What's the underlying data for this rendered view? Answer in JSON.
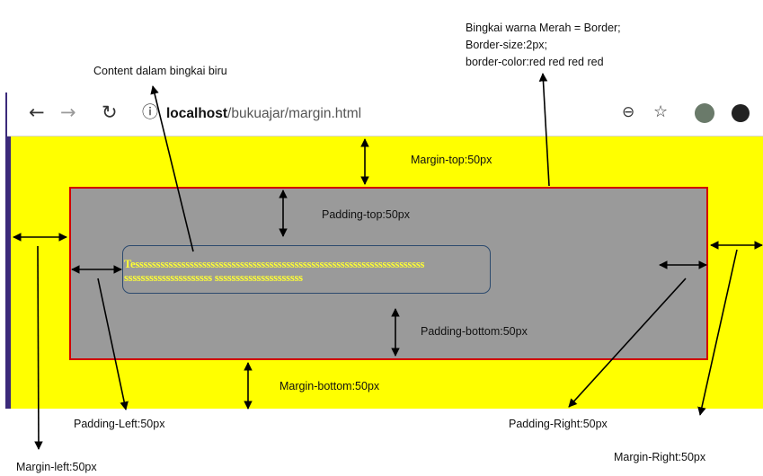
{
  "browser": {
    "url_host": "localhost",
    "url_path": "/bukuajar/margin.html",
    "icons": [
      "back-arrow-icon",
      "forward-arrow-icon",
      "reload-icon",
      "info-icon",
      "zoom-icon",
      "star-icon",
      "avatar-icon",
      "extension-icon"
    ]
  },
  "content": {
    "line1": "Tesssssssssssssssssssssssssssssssssssssssssssssssssssssssssssssssssssss",
    "line2": "sssssssssssssssssssss sssssssssssssssssssss"
  },
  "annotations": {
    "content_label": "Content dalam bingkai biru",
    "border_line1": "Bingkai warna Merah = Border;",
    "border_line2": "Border-size:2px;",
    "border_line3": "border-color:red  red red red",
    "margin_top": "Margin-top:50px",
    "padding_top": "Padding-top:50px",
    "padding_bottom": "Padding-bottom:50px",
    "margin_bottom": "Margin-bottom:50px",
    "padding_left": "Padding-Left:50px",
    "padding_right": "Padding-Right:50px",
    "margin_left": "Margin-left:50px",
    "margin_right": "Margin-Right:50px"
  },
  "colors": {
    "margin_area": "#ffff00",
    "padding_area": "#9a9a9a",
    "border": "#d10000",
    "content_border": "#2c4a6e",
    "content_text": "#ffff33"
  }
}
